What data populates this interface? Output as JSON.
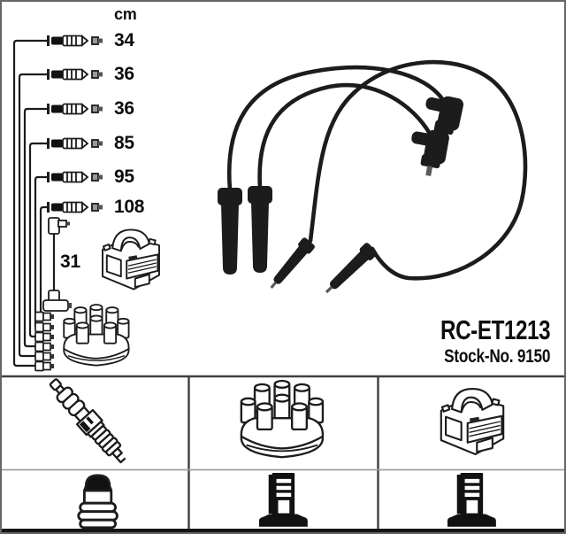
{
  "header": {
    "unit_label": "cm"
  },
  "diagram": {
    "cable_lengths_cm": [
      "34",
      "36",
      "36",
      "85",
      "95",
      "108"
    ],
    "coil_wire_length_cm": "31",
    "icons": [
      "wire-schematic",
      "ignition-coil-drawing",
      "distributor-cap-drawing",
      "ignition-wire-set-photo"
    ]
  },
  "product": {
    "part_number": "RC-ET1213",
    "stock_text": "Stock-No. 9150"
  },
  "table": {
    "row1_icons": [
      "spark-plug",
      "distributor-cap",
      "ignition-coil"
    ],
    "row2_icons": [
      "plug-terminal-nut",
      "terminal-boot",
      "terminal-boot"
    ]
  },
  "colors": {
    "ink": "#1c1c1c",
    "frame": "#666666",
    "table_line": "#3f3f3f",
    "row_divider": "#a0a0a0",
    "bottom_bar": "#151515"
  }
}
